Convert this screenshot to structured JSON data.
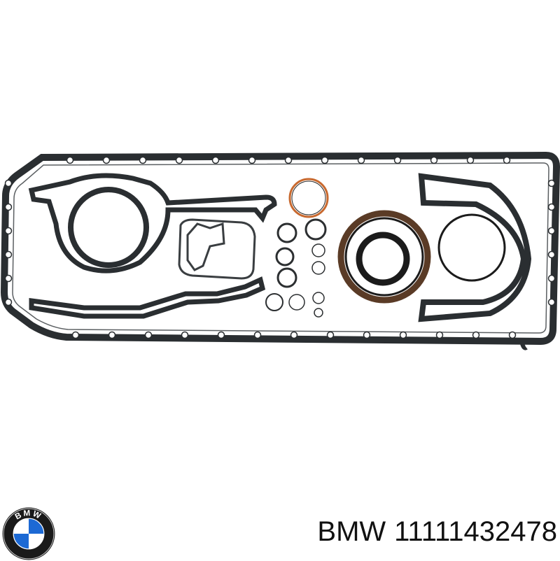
{
  "brand": {
    "name": "BMW",
    "logo_text": "BMW",
    "logo_colors": {
      "blue": "#1c69d4",
      "white": "#ffffff",
      "ring": "#1a1a1a"
    }
  },
  "part": {
    "number": "11111432478"
  },
  "photo": {
    "subject_icon": "gasket-set-icon",
    "gasket_color": "#2a2e31",
    "orange_ring_color": "#c8692f",
    "seal_color": "#1b1b1b",
    "seal_outer_color": "#5a3b26"
  }
}
